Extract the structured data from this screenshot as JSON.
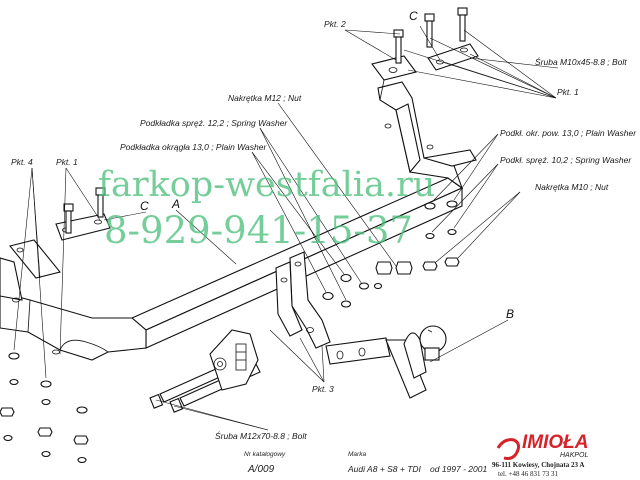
{
  "callouts": {
    "pkt2": "Pkt. 2",
    "letter_c_top": "C",
    "bolt_m10": "Śruba M10x45-8.8 ;  Bolt",
    "pkt1_right": "Pkt. 1",
    "nut_m12": "Nakrętka  M12 ; Nut",
    "spring_washer_12": "Podkładka spręż. 12,2 ; Spring Washer",
    "plain_washer_13_right": "Podkł. okr. pow. 13,0 ; Plain Washer",
    "plain_washer_13_left": "Podkładka okrągła 13,0 ; Plain Washer",
    "spring_washer_10": "Podkł. spręż. 10,2 ; Spring Washer",
    "nut_m10": "Nakrętka  M10 ; Nut",
    "pkt4": "Pkt. 4",
    "pkt1_left": "Pkt. 1",
    "letter_c_mid": "C",
    "letter_a": "A",
    "letter_b": "B",
    "pkt3": "Pkt. 3",
    "bolt_m12": "Śruba M12x70-8.8 ;  Bolt"
  },
  "watermark": {
    "site": "farkop-westfalia.ru",
    "phone": "8-929-941-15-37"
  },
  "footer": {
    "catalog_label": "Nr katalogowy",
    "catalog_no": "A/009",
    "marka_label": "Marka",
    "vehicle": "Audi A8 + S8 + TDI",
    "years": "od 1997 - 2001",
    "brand": "IMIOŁA",
    "brand_sub": "HAKPOL",
    "address": "96-111 Kowiesy, Chojnata 23 A",
    "phone": "tel. +48 46 831 73 31"
  },
  "colors": {
    "watermark": "#4ec07c",
    "brand": "#d8222a",
    "lines": "#111111"
  }
}
